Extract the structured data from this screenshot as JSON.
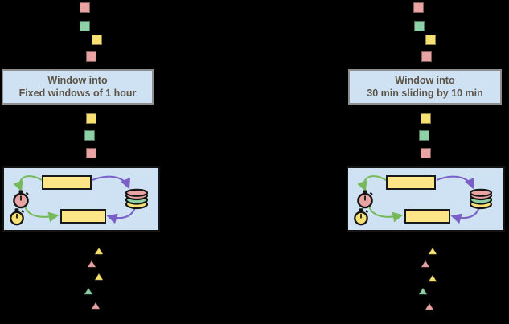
{
  "palette": {
    "pink": "#e9a3a3",
    "green": "#8fd1a6",
    "yellow": "#f8e173",
    "rect_yellow": "#fce586",
    "light_blue": "#cfe2f3",
    "green_arrow": "#76b95a",
    "purple_arrow": "#7a5fc7",
    "label_text": "#5c5346",
    "window_box_border": "#8f8f8f",
    "outline": "#141414"
  },
  "icons": {
    "stopwatch_pink": "stopwatch-icon",
    "stopwatch_yellow": "stopwatch-icon",
    "database": "database-icon"
  },
  "columns": [
    {
      "id": "fixed-windows",
      "window_label_line1": "Window into",
      "window_label_line2": "Fixed windows of 1 hour",
      "input_squares": [
        "pink",
        "green",
        "yellow",
        "pink"
      ],
      "windowed_squares": [
        "yellow",
        "green",
        "pink"
      ],
      "output_triangles": [
        "yellow",
        "pink",
        "yellow",
        "green",
        "pink"
      ],
      "datastore_disks": [
        "pink",
        "green",
        "yellow"
      ],
      "clocks": [
        "pink",
        "yellow"
      ]
    },
    {
      "id": "sliding-windows",
      "window_label_line1": "Window into",
      "window_label_line2": "30 min sliding by 10 min",
      "input_squares": [
        "pink",
        "green",
        "yellow",
        "pink"
      ],
      "windowed_squares": [
        "yellow",
        "green",
        "pink"
      ],
      "output_triangles": [
        "yellow",
        "pink",
        "yellow",
        "green",
        "pink"
      ],
      "datastore_disks": [
        "pink",
        "green",
        "yellow"
      ],
      "clocks": [
        "pink",
        "yellow"
      ]
    }
  ]
}
